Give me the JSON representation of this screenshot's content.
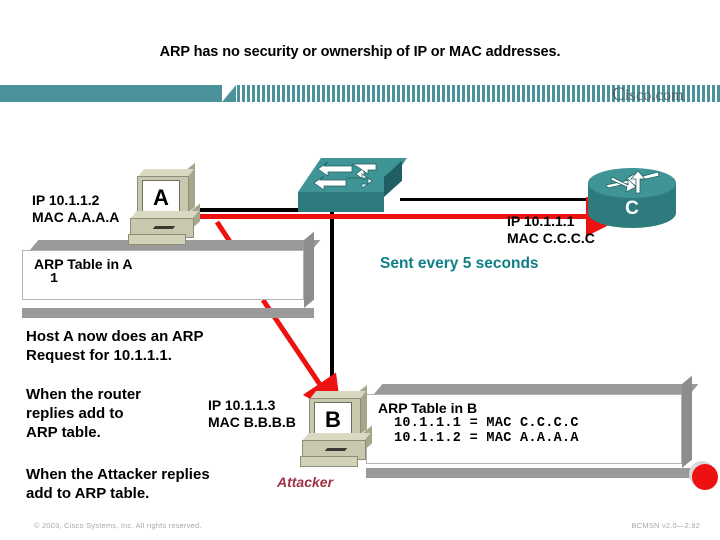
{
  "slide": {
    "title": "ARP has no security or ownership of IP or MAC addresses.",
    "accent_teal": "#4c929b",
    "accent_red": "#ee1111",
    "accent_heading_teal": "#0f7f86"
  },
  "header": {
    "brand": "Cisco.com",
    "brand_initial": "C"
  },
  "devices": {
    "host_a": {
      "icon_letter": "A",
      "label": "IP 10.1.1.2\nMAC A.A.A.A"
    },
    "attacker_b": {
      "icon_letter": "B",
      "label": "IP 10.1.1.3\nMAC B.B.B.B",
      "caption": "Attacker"
    },
    "router_c": {
      "icon_letter": "C",
      "label": "IP 10.1.1.1\nMAC C.C.C.C"
    },
    "switch": {
      "name": "switch-icon"
    }
  },
  "arp_table_a": {
    "heading": "ARP Table in A",
    "rows": [
      "1"
    ]
  },
  "arp_table_b": {
    "heading": "ARP Table in B",
    "rows": [
      "10.1.1.1 = MAC C.C.C.C",
      "10.1.1.2 = MAC A.A.A.A"
    ]
  },
  "annotations": {
    "sent_every": "Sent every 5 seconds",
    "step1": "Host A now does an ARP\nRequest for 10.1.1.1.",
    "step2": "When the router\nreplies add to\nARP table.",
    "step3": "When the Attacker replies\nadd to ARP table."
  },
  "footer": {
    "left": "© 2003, Cisco Systems, Inc. All rights reserved.",
    "right": "BCMSN v2.0—2.92"
  }
}
